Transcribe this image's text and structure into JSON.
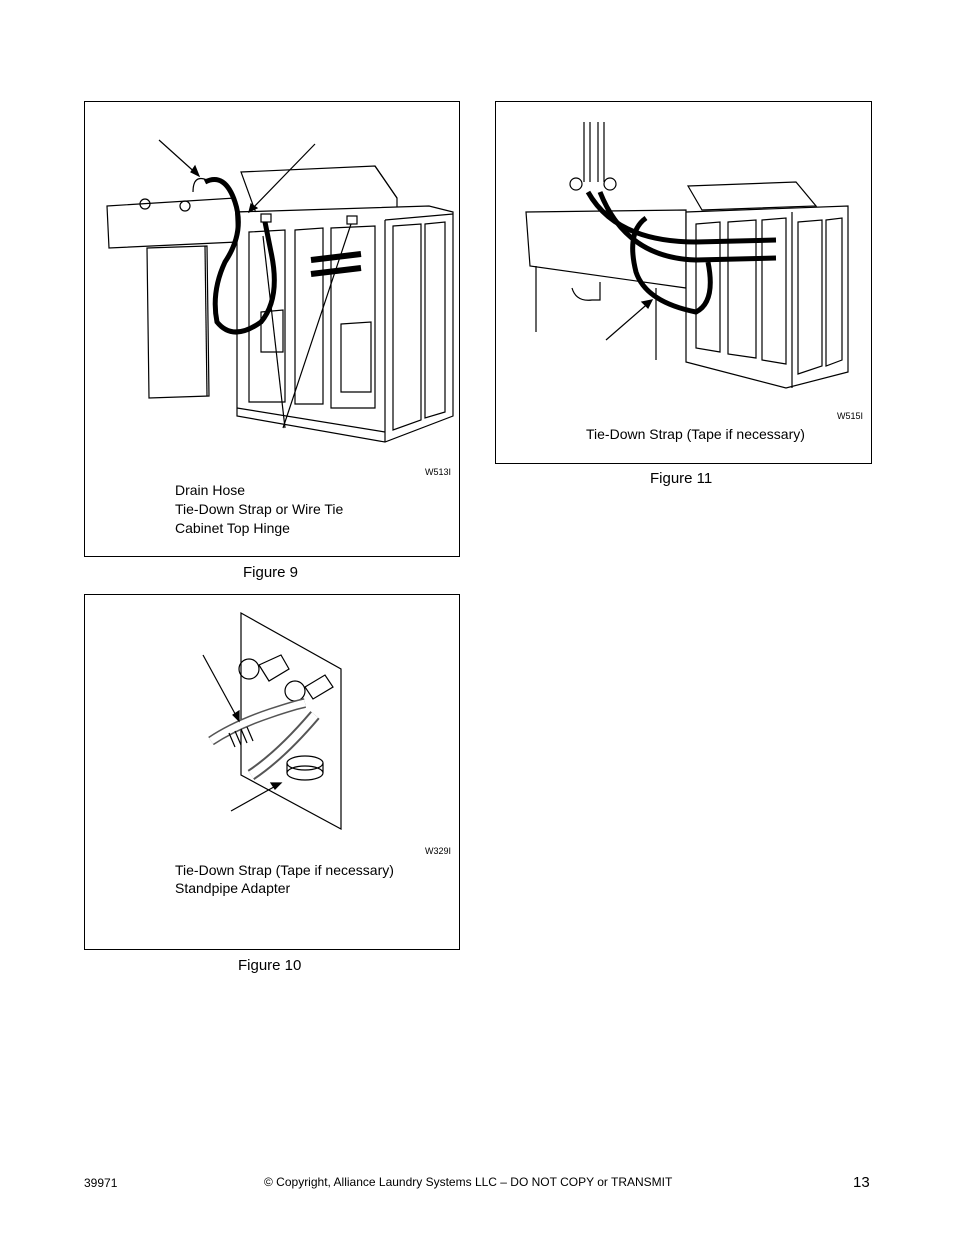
{
  "figure9": {
    "label": "Figure 9",
    "code": "W513I",
    "captions": [
      "Drain Hose",
      "Tie-Down Strap or Wire Tie",
      "Cabinet Top Hinge"
    ]
  },
  "figure10": {
    "label": "Figure 10",
    "code": "W329I",
    "captions": [
      "Tie-Down Strap (Tape if necessary)",
      "Standpipe Adapter"
    ]
  },
  "figure11": {
    "label": "Figure 11",
    "code": "W515I",
    "caption": "Tie-Down Strap (Tape if necessary)"
  },
  "footer": {
    "doc_number": "39971",
    "copyright": "© Copyright, Alliance Laundry Systems LLC – DO NOT COPY or TRANSMIT",
    "page_number": "13"
  }
}
